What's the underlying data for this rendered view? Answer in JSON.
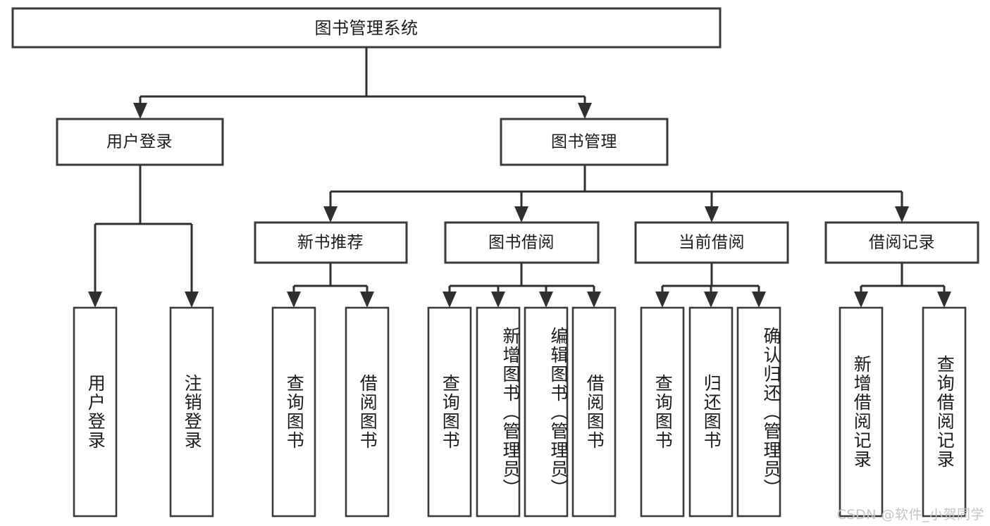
{
  "diagram": {
    "type": "tree",
    "title": "图书管理系统",
    "watermark": "CSDN @软件_小贺同学",
    "colors": {
      "box_stroke": "#3a3a3a",
      "line": "#2f2f2f",
      "text": "#1b1b1b",
      "background": "#ffffff",
      "watermark": "#c4c4c4"
    },
    "root": {
      "label": "图书管理系统"
    },
    "level2": [
      {
        "label": "用户登录"
      },
      {
        "label": "图书管理"
      }
    ],
    "level3": [
      {
        "label": "新书推荐"
      },
      {
        "label": "图书借阅"
      },
      {
        "label": "当前借阅"
      },
      {
        "label": "借阅记录"
      }
    ],
    "leaves": {
      "user_login": [
        {
          "label": "用户登录"
        },
        {
          "label": "注销登录"
        }
      ],
      "new_book_recommend": [
        {
          "label": "查询图书"
        },
        {
          "label": "借阅图书"
        }
      ],
      "book_borrow": [
        {
          "label": "查询图书"
        },
        {
          "label": "新增图书（管理员）"
        },
        {
          "label": "编辑图书（管理员）"
        },
        {
          "label": "借阅图书"
        }
      ],
      "current_borrow": [
        {
          "label": "查询图书"
        },
        {
          "label": "归还图书"
        },
        {
          "label": "确认归还（管理员）"
        }
      ],
      "borrow_record": [
        {
          "label": "新增借阅记录"
        },
        {
          "label": "查询借阅记录"
        }
      ]
    }
  }
}
